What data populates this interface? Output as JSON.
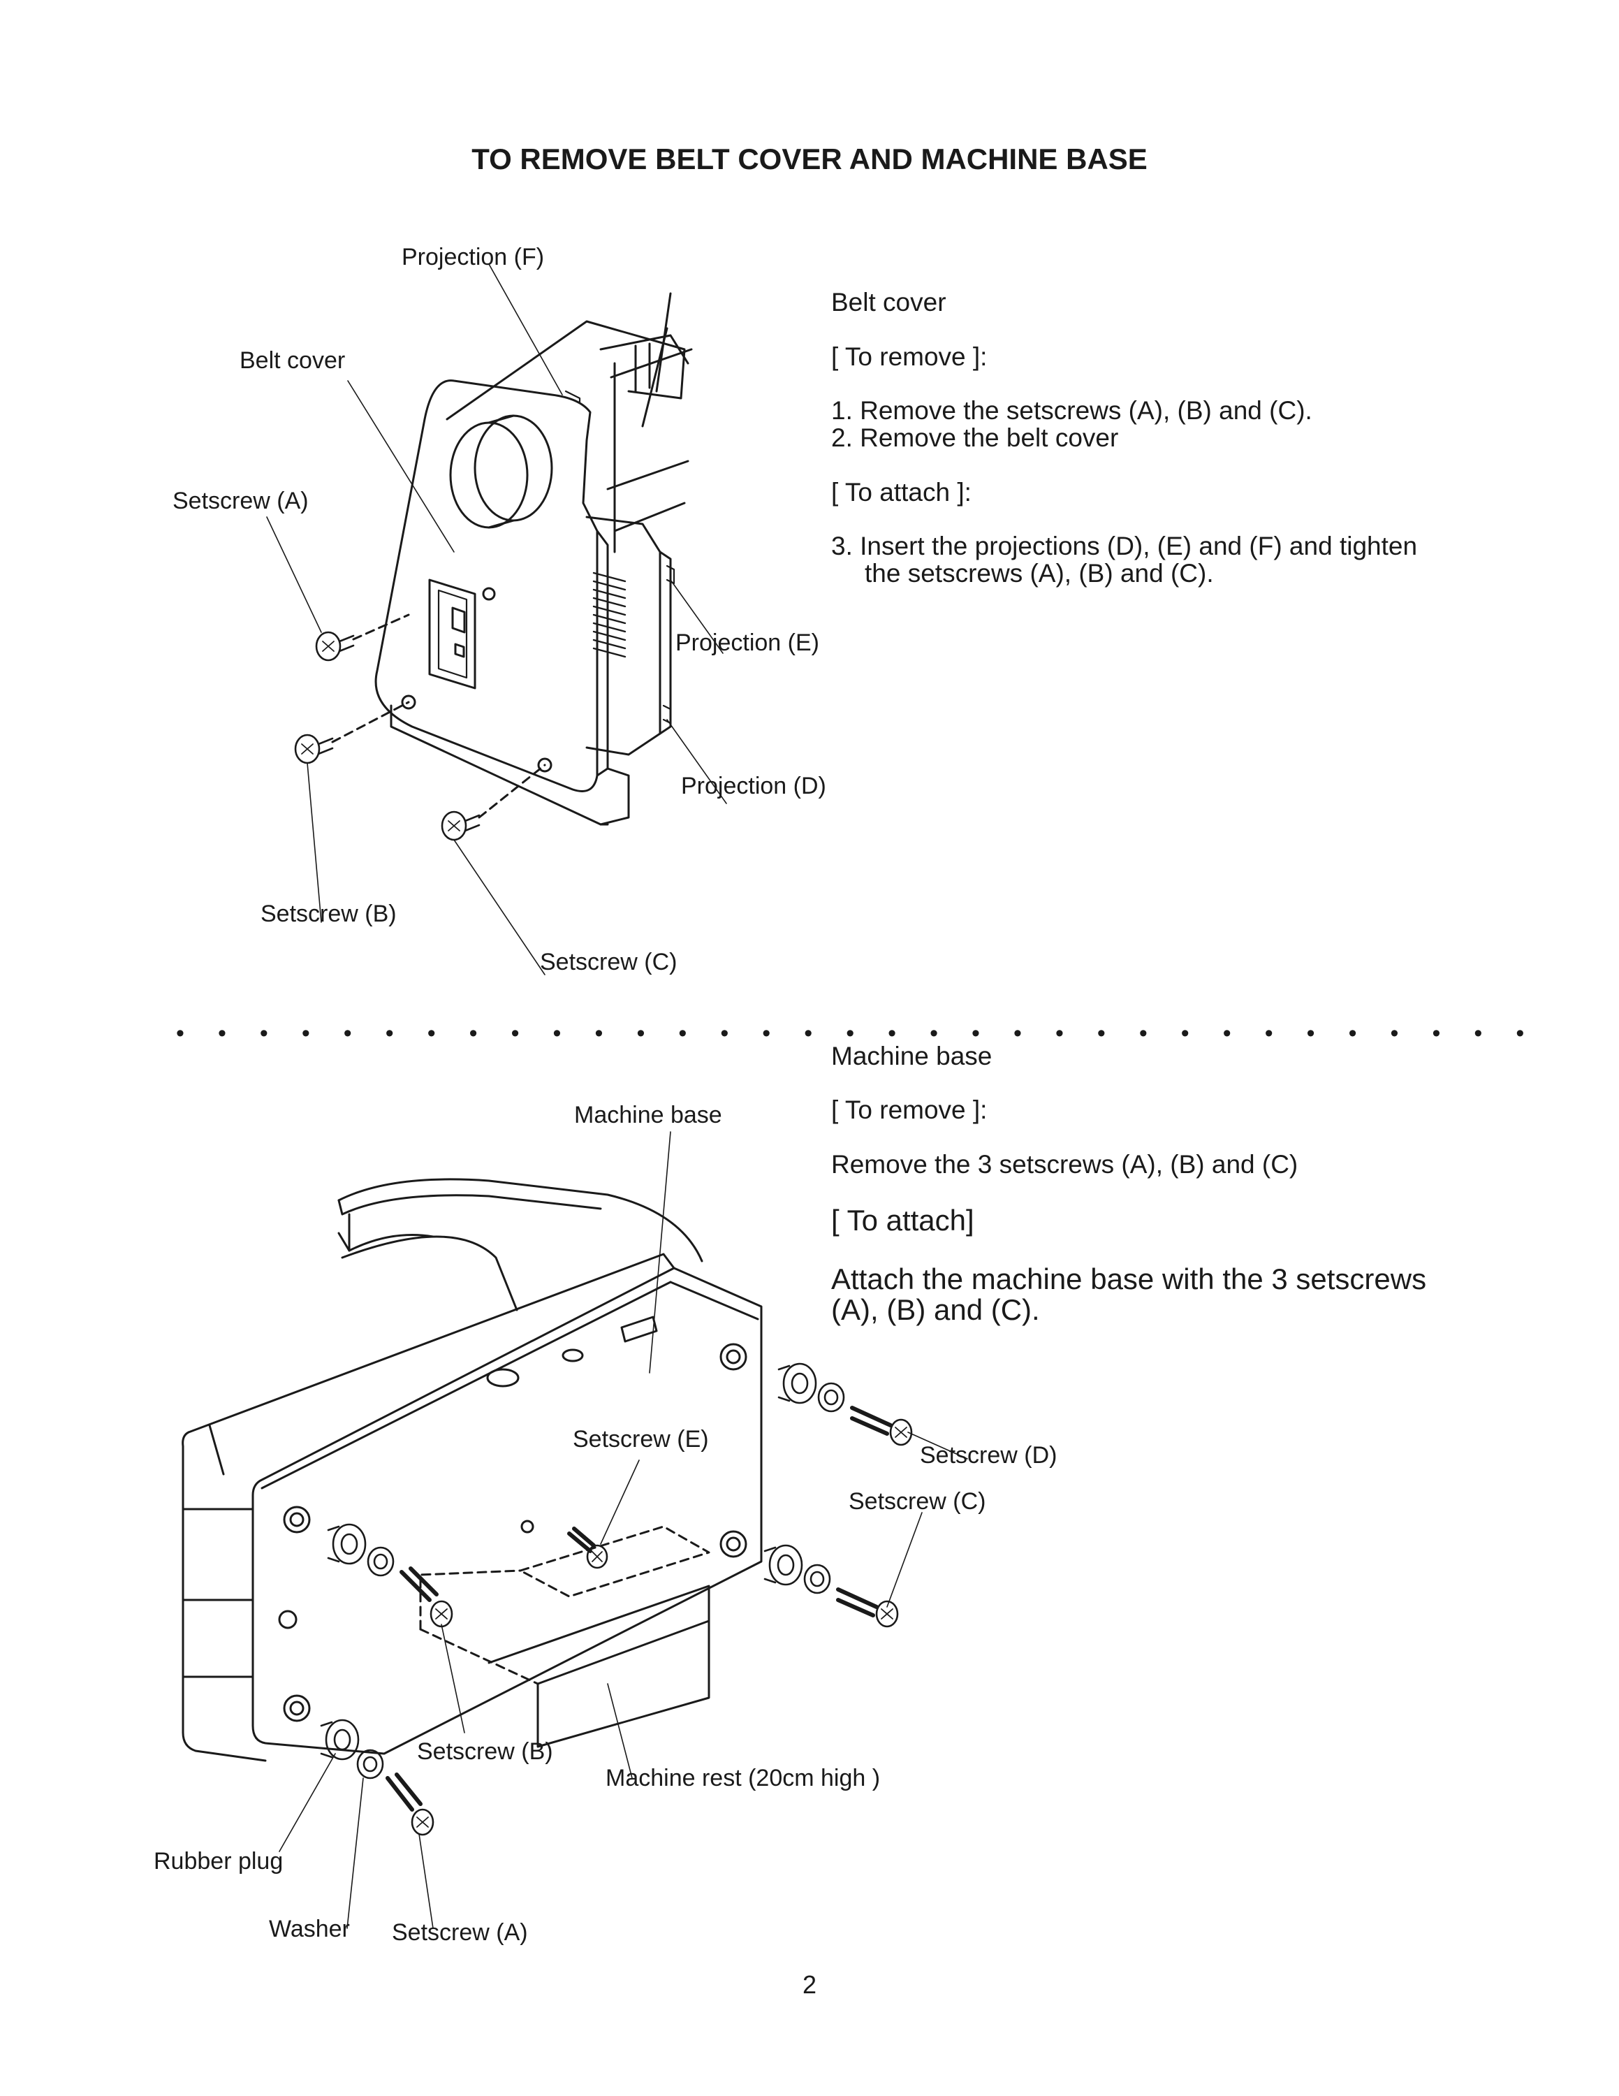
{
  "title": "TO REMOVE BELT COVER AND MACHINE BASE",
  "belt_figure": {
    "labels": {
      "projection_f": "Projection (F)",
      "belt_cover": "Belt cover",
      "setscrew_a": "Setscrew (A)",
      "projection_e": "Projection (E)",
      "projection_d": "Projection (D)",
      "setscrew_b": "Setscrew (B)",
      "setscrew_c": "Setscrew (C)"
    }
  },
  "belt_text": {
    "heading": "Belt cover",
    "remove_heading": "[ To remove ]:",
    "step1": "1.  Remove the setscrews (A), (B) and (C).",
    "step2": "2.  Remove the belt cover",
    "attach_heading": "[ To attach ]:",
    "step3_line1": "3.  Insert the projections  (D), (E) and  (F) and tighten",
    "step3_line2": "the setscrews (A), (B) and (C)."
  },
  "separator": "• • • • • • • • • • • • • • • • • • • • • • • • • • • • • • • • •",
  "base_text": {
    "heading": "Machine base",
    "remove_heading": "[ To remove ]:",
    "remove_step": "Remove the 3 setscrews (A), (B) and (C)",
    "attach_heading": "[ To attach]",
    "attach_line1": "Attach the  machine  base with  the  3 setscrews",
    "attach_line2": "(A), (B) and (C)."
  },
  "base_figure": {
    "labels": {
      "machine_base": "Machine base",
      "setscrew_e": "Setscrew (E)",
      "setscrew_d": "Setscrew (D)",
      "setscrew_c": "Setscrew (C)",
      "setscrew_b": "Setscrew (B)",
      "machine_rest": "Machine rest (20cm high )",
      "rubber_plug": "Rubber plug",
      "washer": "Washer",
      "setscrew_a": "Setscrew (A)"
    }
  },
  "page_number": "2"
}
